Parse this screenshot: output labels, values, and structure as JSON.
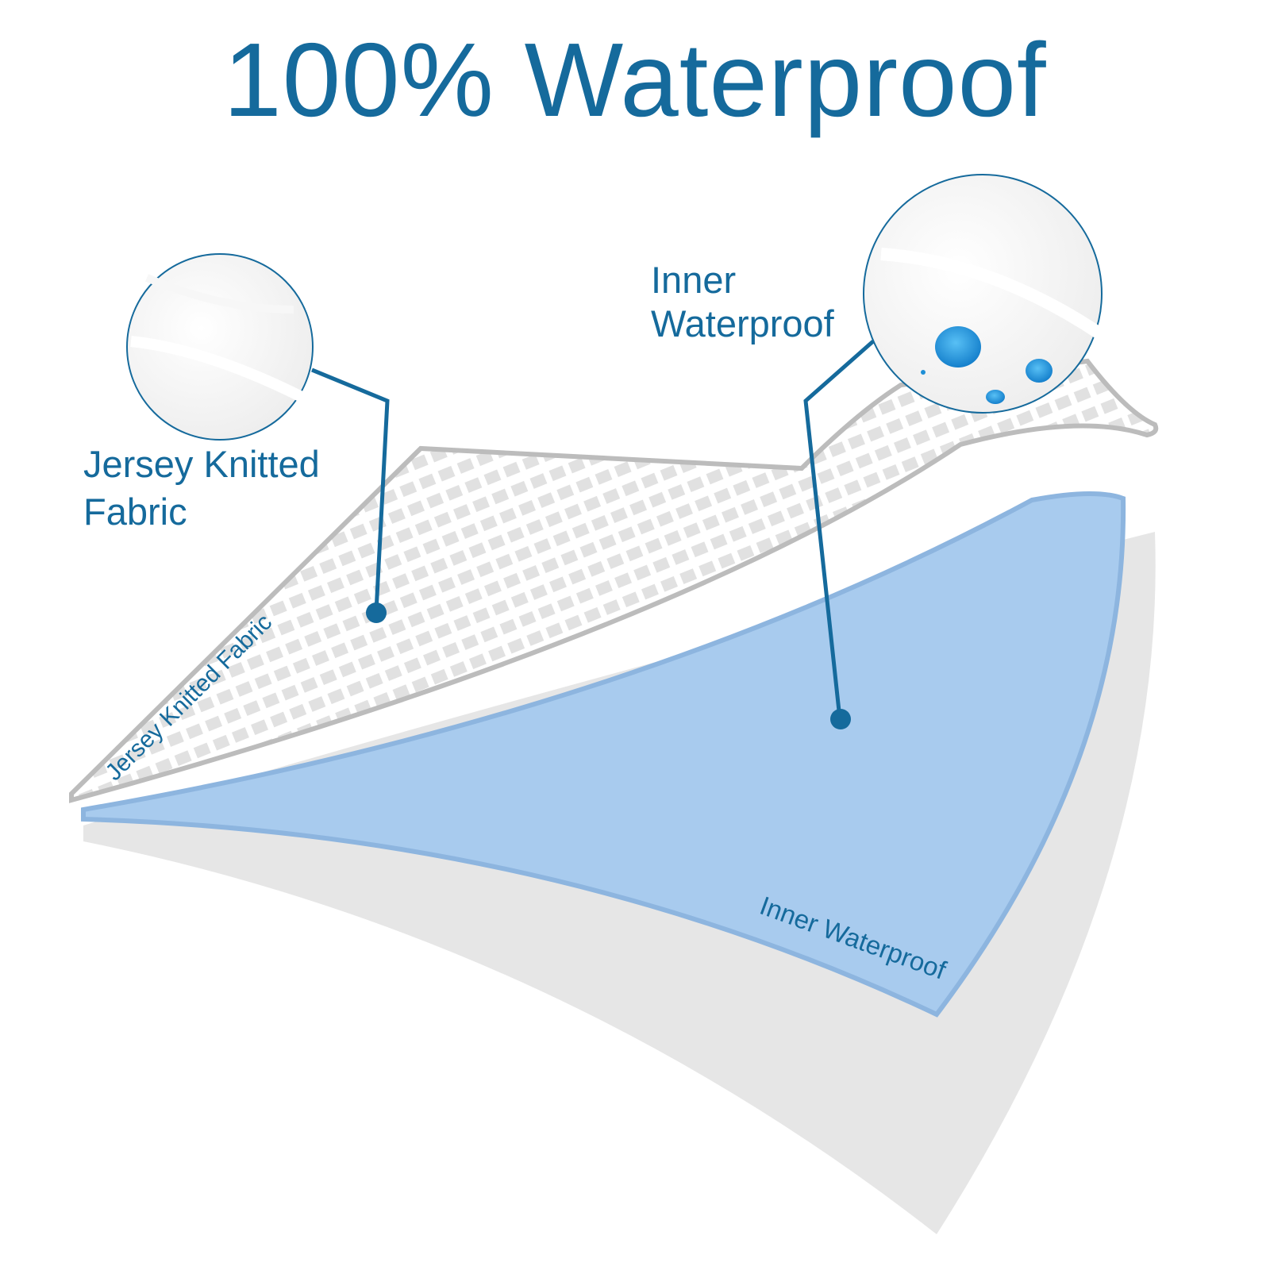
{
  "title": "100% Waterproof",
  "callouts": {
    "left": {
      "line1": "Jersey Knitted",
      "line2": "Fabric"
    },
    "right": {
      "line1": "Inner",
      "line2": "Waterproof"
    }
  },
  "layer_labels": {
    "fabric": "Jersey Knitted Fabric",
    "waterproof": "Inner Waterproof"
  },
  "colors": {
    "accent": "#156a9c",
    "waterproof_layer": "#a8cbee",
    "base_layer": "#e6e6e6",
    "droplet": "#1e8fd6"
  }
}
